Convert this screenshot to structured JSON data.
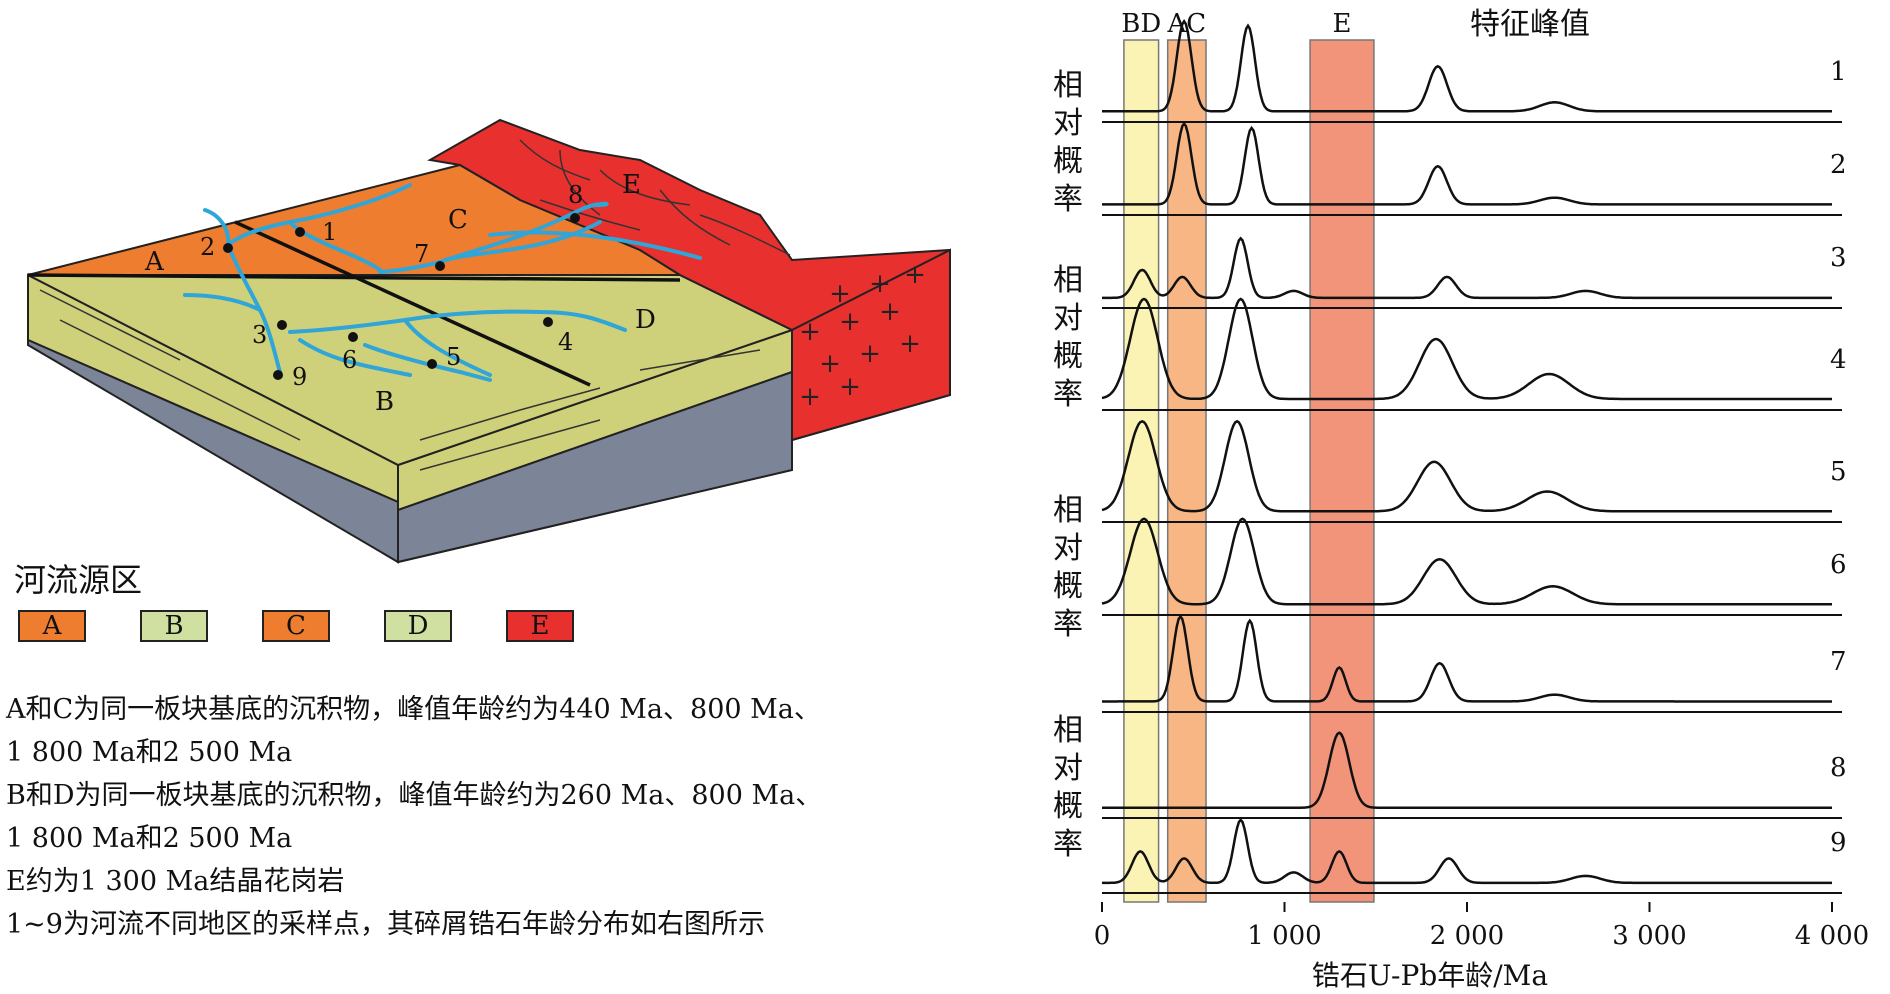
{
  "block_labels": {
    "regions": [
      "A",
      "B",
      "C",
      "D",
      "E"
    ],
    "sites": [
      "1",
      "2",
      "3",
      "4",
      "5",
      "6",
      "7",
      "8",
      "9"
    ]
  },
  "legend": {
    "title": "河流源区",
    "items": [
      {
        "label": "A",
        "color": "#EE7D2F"
      },
      {
        "label": "B",
        "color": "#CFE0A0"
      },
      {
        "label": "C",
        "color": "#EE7D2F"
      },
      {
        "label": "D",
        "color": "#CFE0A0"
      },
      {
        "label": "E",
        "color": "#E8302E"
      }
    ]
  },
  "notes": [
    "A和C为同一板块基底的沉积物，峰值年龄约为440 Ma、800 Ma、",
    "1 800 Ma和2 500 Ma",
    "B和D为同一板块基底的沉积物，峰值年龄约为260 Ma、800 Ma、",
    "1 800 Ma和2 500 Ma",
    "E约为1 300 Ma结晶花岗岩",
    "1~9为河流不同地区的采样点，其碎屑锆石年龄分布如右图所示"
  ],
  "chart_data": {
    "type": "line",
    "xlabel": "锆石U-Pb年龄/Ma",
    "ylabel": "相对概率",
    "xlim": [
      0,
      4000
    ],
    "x_ticks": [
      0,
      1000,
      2000,
      3000,
      4000
    ],
    "x_tick_labels": [
      "0",
      "1 000",
      "2 000",
      "3 000",
      "4 000"
    ],
    "bands": [
      {
        "label": "BD",
        "from": 120,
        "to": 310,
        "color": "#FAF3B4"
      },
      {
        "label": "AC",
        "from": 360,
        "to": 570,
        "color": "#F7B683"
      },
      {
        "label": "E",
        "from": 1140,
        "to": 1490,
        "color": "#F2947A"
      }
    ],
    "band_header": "特征峰值",
    "series": [
      {
        "name": "1",
        "peaks": [
          [
            450,
            1.0,
            40
          ],
          [
            800,
            0.95,
            38
          ],
          [
            1840,
            0.5,
            50
          ],
          [
            2480,
            0.1,
            80
          ]
        ]
      },
      {
        "name": "2",
        "peaks": [
          [
            450,
            0.95,
            40
          ],
          [
            820,
            0.9,
            38
          ],
          [
            1840,
            0.45,
            50
          ],
          [
            2480,
            0.08,
            80
          ]
        ]
      },
      {
        "name": "3",
        "peaks": [
          [
            220,
            0.4,
            45
          ],
          [
            440,
            0.3,
            45
          ],
          [
            760,
            0.85,
            38
          ],
          [
            1050,
            0.1,
            50
          ],
          [
            1890,
            0.3,
            50
          ],
          [
            2650,
            0.1,
            80
          ]
        ]
      },
      {
        "name": "4",
        "peaks": [
          [
            230,
            1.0,
            75
          ],
          [
            760,
            1.0,
            65
          ],
          [
            1830,
            0.6,
            90
          ],
          [
            2450,
            0.25,
            110
          ]
        ]
      },
      {
        "name": "5",
        "peaks": [
          [
            220,
            1.0,
            75
          ],
          [
            740,
            1.0,
            65
          ],
          [
            1820,
            0.55,
            90
          ],
          [
            2440,
            0.22,
            110
          ]
        ]
      },
      {
        "name": "6",
        "peaks": [
          [
            230,
            0.95,
            75
          ],
          [
            770,
            0.95,
            65
          ],
          [
            1850,
            0.5,
            90
          ],
          [
            2470,
            0.2,
            110
          ]
        ]
      },
      {
        "name": "7",
        "peaks": [
          [
            430,
            1.0,
            40
          ],
          [
            810,
            0.95,
            38
          ],
          [
            1300,
            0.4,
            35
          ],
          [
            1850,
            0.45,
            50
          ],
          [
            2480,
            0.08,
            80
          ]
        ]
      },
      {
        "name": "8",
        "peaks": [
          [
            1300,
            1.0,
            55
          ]
        ]
      },
      {
        "name": "9",
        "peaks": [
          [
            210,
            0.45,
            45
          ],
          [
            450,
            0.35,
            45
          ],
          [
            760,
            0.9,
            38
          ],
          [
            1050,
            0.15,
            50
          ],
          [
            1300,
            0.45,
            40
          ],
          [
            1900,
            0.35,
            50
          ],
          [
            2650,
            0.1,
            80
          ]
        ]
      }
    ]
  }
}
